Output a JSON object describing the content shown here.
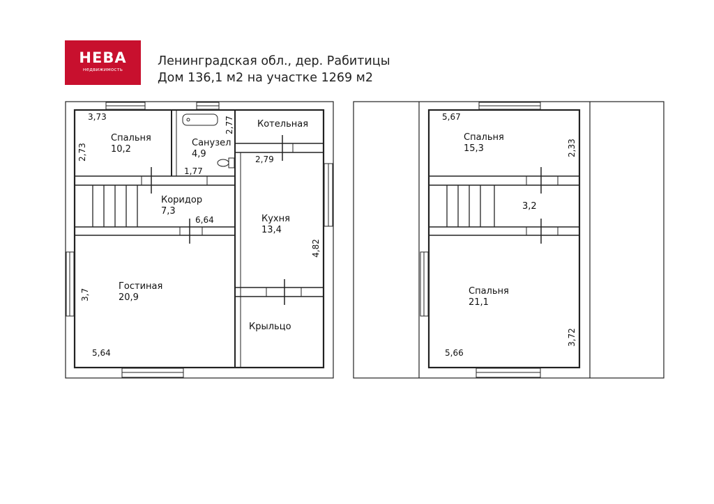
{
  "logo": {
    "name": "НЕВА",
    "subtitle": "недвижимость",
    "color": "#c8102e"
  },
  "header": {
    "line1": "Ленинградская обл., дер. Рабитицы",
    "line2": "Дом 136,1 м2 на участке 1269 м2"
  },
  "floor1": {
    "rooms": {
      "bedroom_name": "Спальня",
      "bedroom_area": "10,2",
      "bathroom_name": "Санузел",
      "bathroom_area": "4,9",
      "boiler_name": "Котельная",
      "corridor_name": "Коридор",
      "corridor_area": "7,3",
      "kitchen_name": "Кухня",
      "kitchen_area": "13,4",
      "living_name": "Гостиная",
      "living_area": "20,9",
      "porch_name": "Крыльцо"
    },
    "dims": {
      "bedroom_w": "3,73",
      "bedroom_h": "2,73",
      "bath_h": "2,77",
      "bath_w": "1,77",
      "boiler_w": "2,79",
      "corridor_w": "6,64",
      "kitchen_h": "4,82",
      "living_h": "3,7",
      "living_w": "5,64"
    }
  },
  "floor2": {
    "rooms": {
      "bedroom1_name": "Спальня",
      "bedroom1_area": "15,3",
      "hall_area": "3,2",
      "bedroom2_name": "Спальня",
      "bedroom2_area": "21,1"
    },
    "dims": {
      "bedroom1_w": "5,67",
      "bedroom1_h": "2,33",
      "bedroom2_h": "3,72",
      "bedroom2_w": "5,66"
    }
  }
}
